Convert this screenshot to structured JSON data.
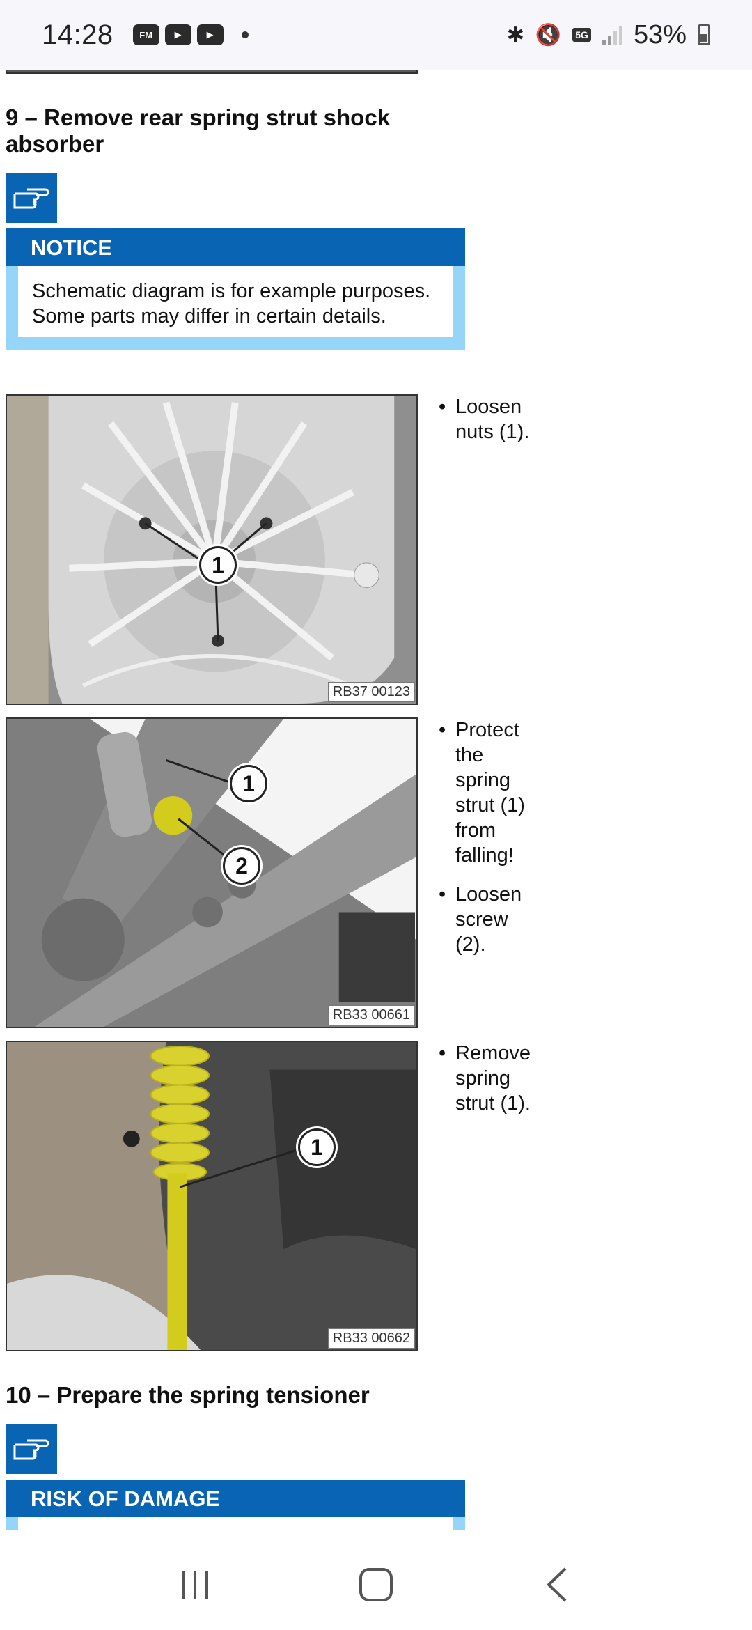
{
  "status_bar": {
    "time": "14:28",
    "app_icons": [
      "fm-radio-icon",
      "youtube-icon",
      "youtube-icon"
    ],
    "network": "5G",
    "battery": "53%"
  },
  "section9": {
    "heading": "9 – Remove rear spring strut shock absorber",
    "notice": {
      "title": "NOTICE",
      "text": "Schematic diagram is for example purposes. Some parts may differ in certain details."
    },
    "figures": [
      {
        "code": "RB37 00123",
        "callouts": [
          "1"
        ],
        "steps": [
          "Loosen nuts (1)."
        ]
      },
      {
        "code": "RB33 00661",
        "callouts": [
          "1",
          "2"
        ],
        "steps": [
          "Protect the spring strut (1) from falling!",
          "Loosen screw (2)."
        ]
      },
      {
        "code": "RB33 00662",
        "callouts": [
          "1"
        ],
        "steps": [
          "Remove spring strut (1)."
        ]
      }
    ]
  },
  "section10": {
    "heading": "10 – Prepare the spring tensioner",
    "notice": {
      "title": "RISK OF DAMAGE"
    }
  },
  "colors": {
    "brand_blue": "#0a64b4",
    "notice_light_blue": "#95d5f8",
    "part_highlight": "#d4cc1c"
  }
}
